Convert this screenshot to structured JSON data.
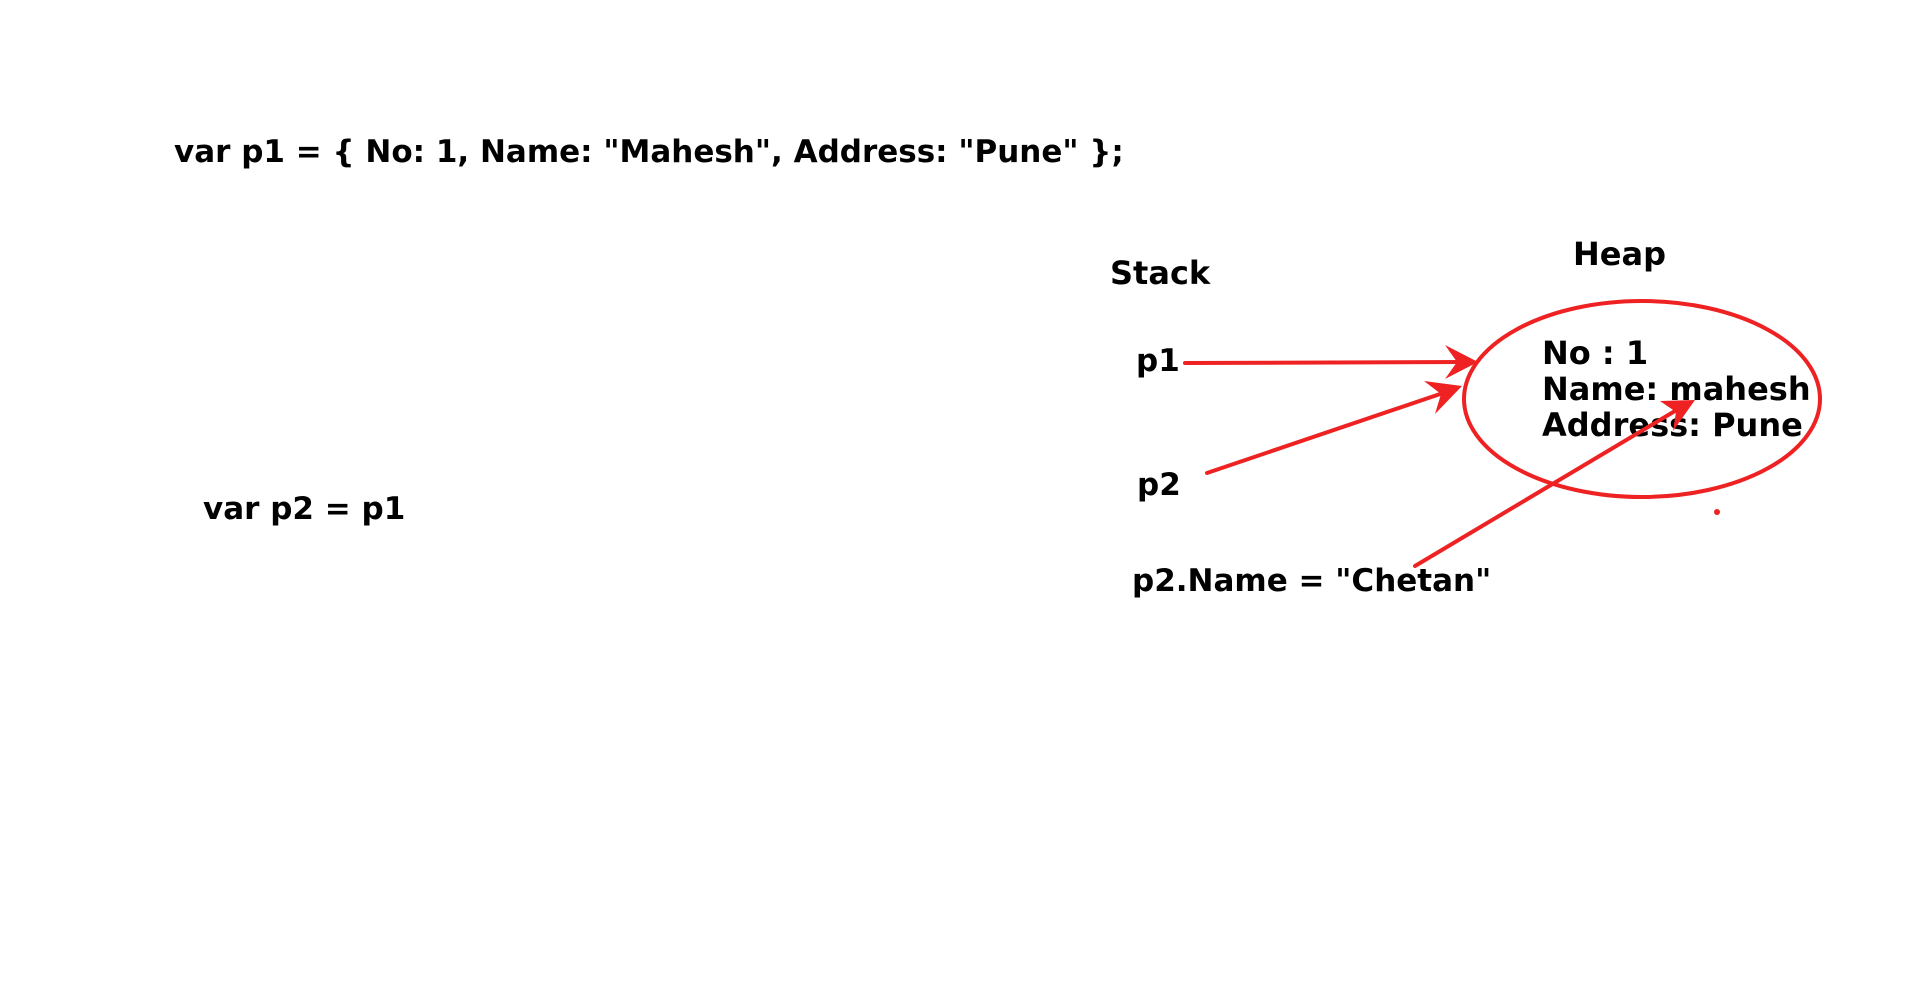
{
  "code": {
    "line1": "var p1 = { No: 1, Name: \"Mahesh\", Address: \"Pune\" };",
    "line2": "var p2 = p1"
  },
  "stack": {
    "title": "Stack",
    "p1": "p1",
    "p2": "p2"
  },
  "heap": {
    "title": "Heap",
    "no": "No : 1",
    "name": "Name: mahesh",
    "address": "Address: Pune"
  },
  "statement": "p2.Name = \"Chetan\"",
  "colors": {
    "annotation": "#ee2222",
    "text": "#000000",
    "background": "#ffffff"
  }
}
